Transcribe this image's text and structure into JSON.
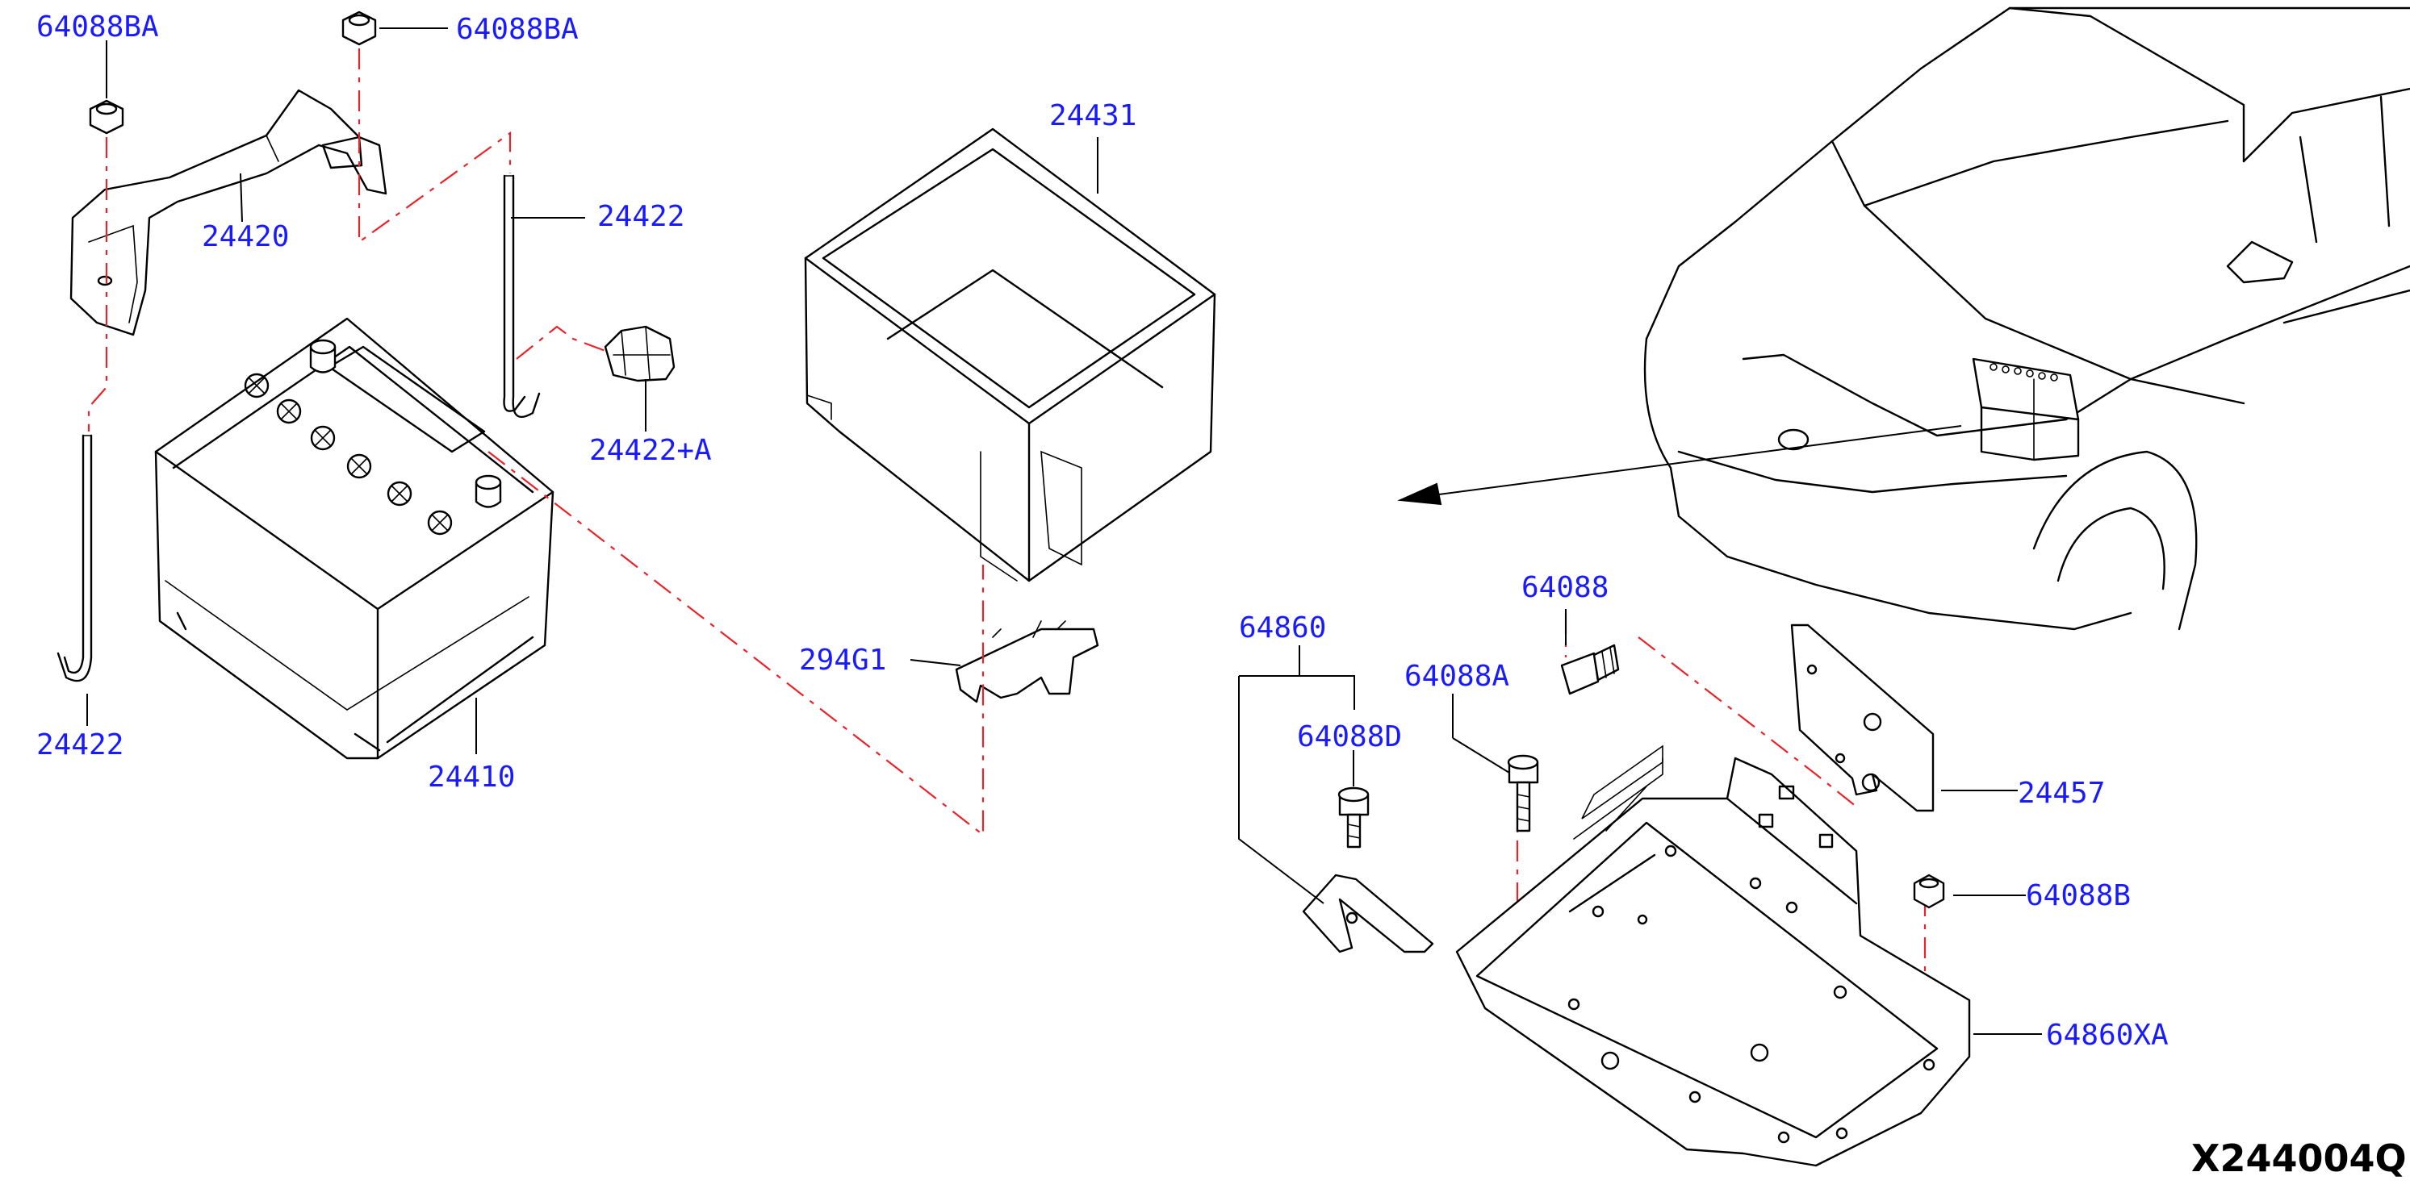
{
  "diagram_id": "X244004Q",
  "labels": [
    {
      "id": "l1",
      "text": "64088BA"
    },
    {
      "id": "l2",
      "text": "64088BA"
    },
    {
      "id": "l3",
      "text": "24420"
    },
    {
      "id": "l4",
      "text": "24422"
    },
    {
      "id": "l5",
      "text": "24422+A"
    },
    {
      "id": "l6",
      "text": "24422"
    },
    {
      "id": "l7",
      "text": "24410"
    },
    {
      "id": "l8",
      "text": "24431"
    },
    {
      "id": "l9",
      "text": "294G1"
    },
    {
      "id": "l10",
      "text": "64088"
    },
    {
      "id": "l11",
      "text": "64088A"
    },
    {
      "id": "l12",
      "text": "64860"
    },
    {
      "id": "l13",
      "text": "64088D"
    },
    {
      "id": "l14",
      "text": "24457"
    },
    {
      "id": "l15",
      "text": "64088B"
    },
    {
      "id": "l16",
      "text": "64860XA"
    }
  ]
}
